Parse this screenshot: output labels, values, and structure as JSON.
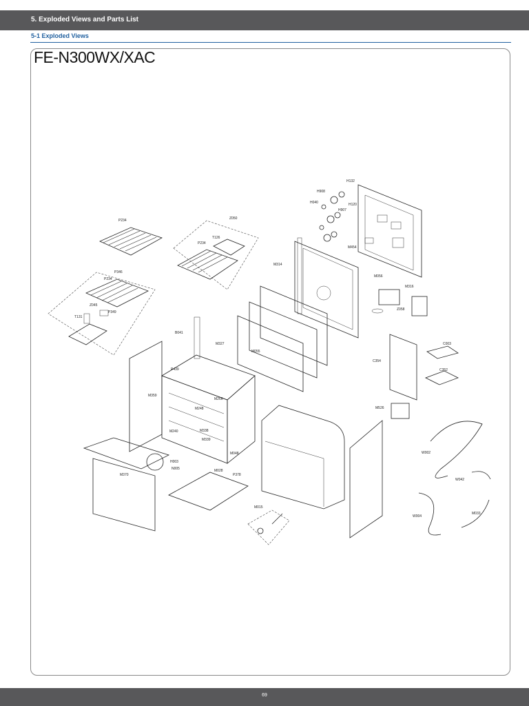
{
  "header": {
    "section_title": "5. Exploded Views and Parts List",
    "subsection_title": "5-1 Exploded Views"
  },
  "model": "FE-N300WX/XAC",
  "parts": {
    "H132": "H132",
    "H908": "H908",
    "H040": "H040",
    "H120": "H120",
    "H907": "H907",
    "M454": "M454",
    "M056": "M056",
    "M316": "M316",
    "Z058": "Z058",
    "M314": "M314",
    "P234a": "P234",
    "Z050": "Z050",
    "T126": "T126",
    "P234b": "P234",
    "P346": "P346",
    "P234c": "P234",
    "Z045": "Z045",
    "T131": "T131",
    "P349": "P349",
    "B041": "B041",
    "M327": "M327",
    "M055": "M055",
    "P439": "P439",
    "M359": "M359",
    "M266": "M266",
    "M248": "M248",
    "M240": "M240",
    "M338": "M338",
    "M339": "M339",
    "C003": "C003",
    "C354": "C354",
    "C352": "C352",
    "M526": "M526",
    "W002": "W002",
    "W042": "W042",
    "W004": "W004",
    "M033": "M033",
    "M370": "M370",
    "H003": "H003",
    "N005": "N005",
    "M028": "M028",
    "M048": "M048",
    "P378": "P378",
    "M015": "M015"
  },
  "footer": {
    "page": "69"
  }
}
